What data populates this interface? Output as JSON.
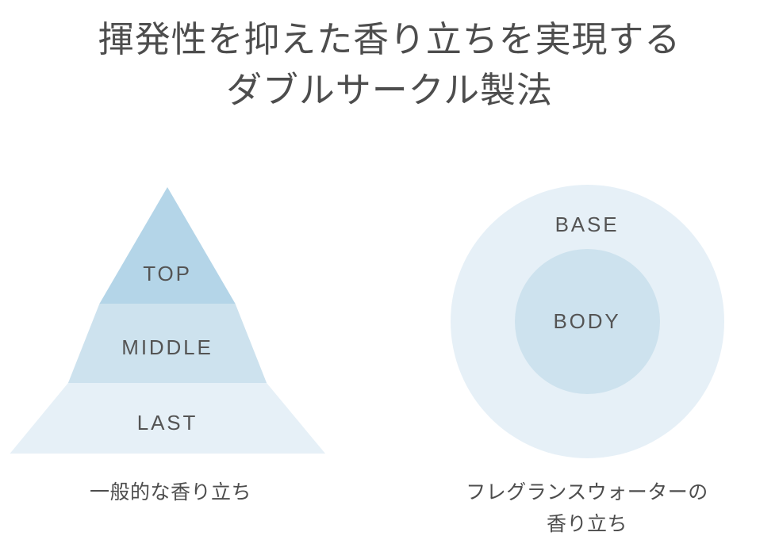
{
  "title": {
    "line1": "揮発性を抑えた香り立ちを実現する",
    "line2": "ダブルサークル製法"
  },
  "colors": {
    "text_dark": "#4d4d4d",
    "label_gray": "#545454",
    "pyramid_top": "#b4d5e8",
    "pyramid_middle": "#cde2ee",
    "pyramid_last": "#e6f0f7",
    "circle_outer": "#e6f0f7",
    "circle_inner": "#cde2ee",
    "background": "#ffffff"
  },
  "left_diagram": {
    "type": "pyramid",
    "name": "一般的な香り立ち",
    "caption": "一般的な香り立ち",
    "bands": [
      {
        "label": "TOP",
        "color": "#b4d5e8",
        "order": 1
      },
      {
        "label": "MIDDLE",
        "color": "#cde2ee",
        "order": 2
      },
      {
        "label": "LAST",
        "color": "#e6f0f7",
        "order": 3
      }
    ]
  },
  "right_diagram": {
    "type": "concentric-circles",
    "caption_line1": "フレグランスウォーターの",
    "caption_line2": "香り立ち",
    "rings": [
      {
        "label": "BASE",
        "color": "#e6f0f7",
        "order": 1
      },
      {
        "label": "BODY",
        "color": "#cde2ee",
        "order": 2
      }
    ]
  }
}
